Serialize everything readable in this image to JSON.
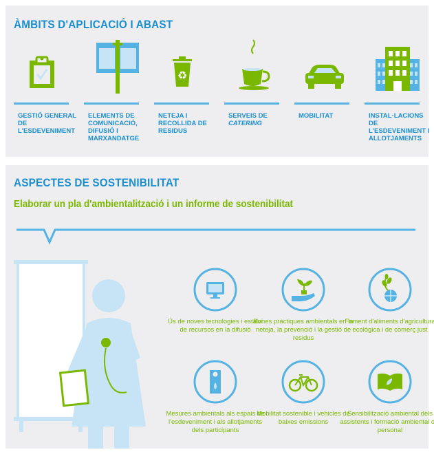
{
  "scope": {
    "title": "ÀMBITS D'APLICACIÓ I ABAST",
    "items": [
      {
        "label": "GESTIÓ GENERAL DE L'ESDEVENIMENT",
        "icon": "clipboard-check-icon"
      },
      {
        "label": "ELEMENTS DE COMUNICACIÓ, DIFUSIÓ I MARXANDATGE",
        "icon": "signboard-icon"
      },
      {
        "label": "NETEJA I RECOLLIDA DE RESIDUS",
        "icon": "recycle-bin-icon"
      },
      {
        "label_prefix": "SERVEIS DE",
        "label_italic": "CATERING",
        "icon": "coffee-cup-icon"
      },
      {
        "label": "MOBILITAT",
        "icon": "car-icon"
      },
      {
        "label": "INSTAL·LACIONS DE L'ESDEVENIMENT I ALLOTJAMENTS",
        "icon": "buildings-icon"
      }
    ]
  },
  "sustainability": {
    "title": "ASPECTES DE SOSTENIBILITAT",
    "subtitle": "Elaborar un pla d'ambientalització i un informe de sostenibilitat",
    "items": [
      {
        "label": "Ús de noves tecnologies i estalvi de recursos en la difusió",
        "icon": "monitor-icon"
      },
      {
        "label": "Bones pràctiques ambientals en la neteja, la prevenció i la gestió de residus",
        "icon": "hand-plant-icon"
      },
      {
        "label": "Foment d'aliments d'agricultura ecològica i de comerç just",
        "icon": "globe-sprout-icon"
      },
      {
        "label": "Mesures ambientals als espais de l'esdeveniment i als allotjaments dels participants",
        "icon": "door-hanger-icon"
      },
      {
        "label": "Mobilitat sostenible i vehicles de baixes emissions",
        "icon": "bicycle-icon"
      },
      {
        "label": "Sensibilització ambiental dels assistents i formació ambiental del personal",
        "icon": "open-book-icon"
      }
    ]
  },
  "colors": {
    "blue": "#1a8fd0",
    "light_blue": "#54b3e2",
    "green": "#7ab800",
    "pale_blue": "#c6e4f5",
    "panel": "#eeeef0"
  }
}
